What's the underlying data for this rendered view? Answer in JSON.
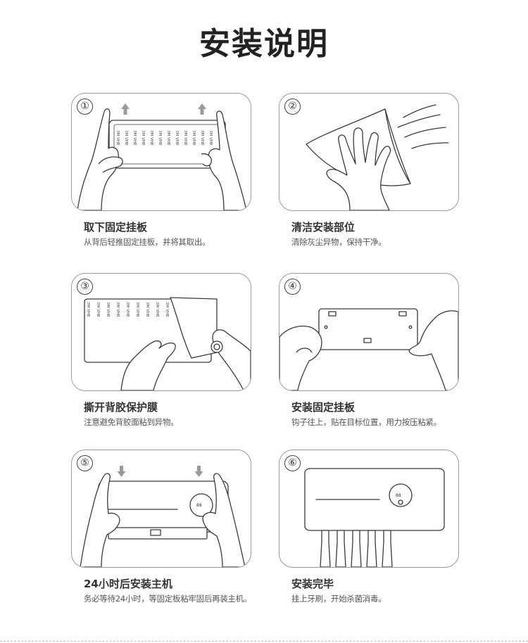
{
  "title": "安装说明",
  "steps": [
    {
      "num": "①",
      "title": "取下固定挂板",
      "desc": "从背后轻推固定挂板，并将其取出。"
    },
    {
      "num": "②",
      "title": "清洁安装部位",
      "desc": "清除灰尘异物，保持干净。"
    },
    {
      "num": "③",
      "title": "撕开背胶保护膜",
      "desc": "注意避免背胶面粘到异物。"
    },
    {
      "num": "④",
      "title": "安装固定挂板",
      "desc": "钩子往上，贴在目标位置，用力按压粘紧。"
    },
    {
      "num": "⑤",
      "title": "24小时后安装主机",
      "desc": "务必等待24小时，等固定板粘牢固后再装主机。"
    },
    {
      "num": "⑥",
      "title": "安装完毕",
      "desc": "挂上牙刷，开始杀菌消毒。"
    }
  ],
  "tape_text": "3M VHB"
}
